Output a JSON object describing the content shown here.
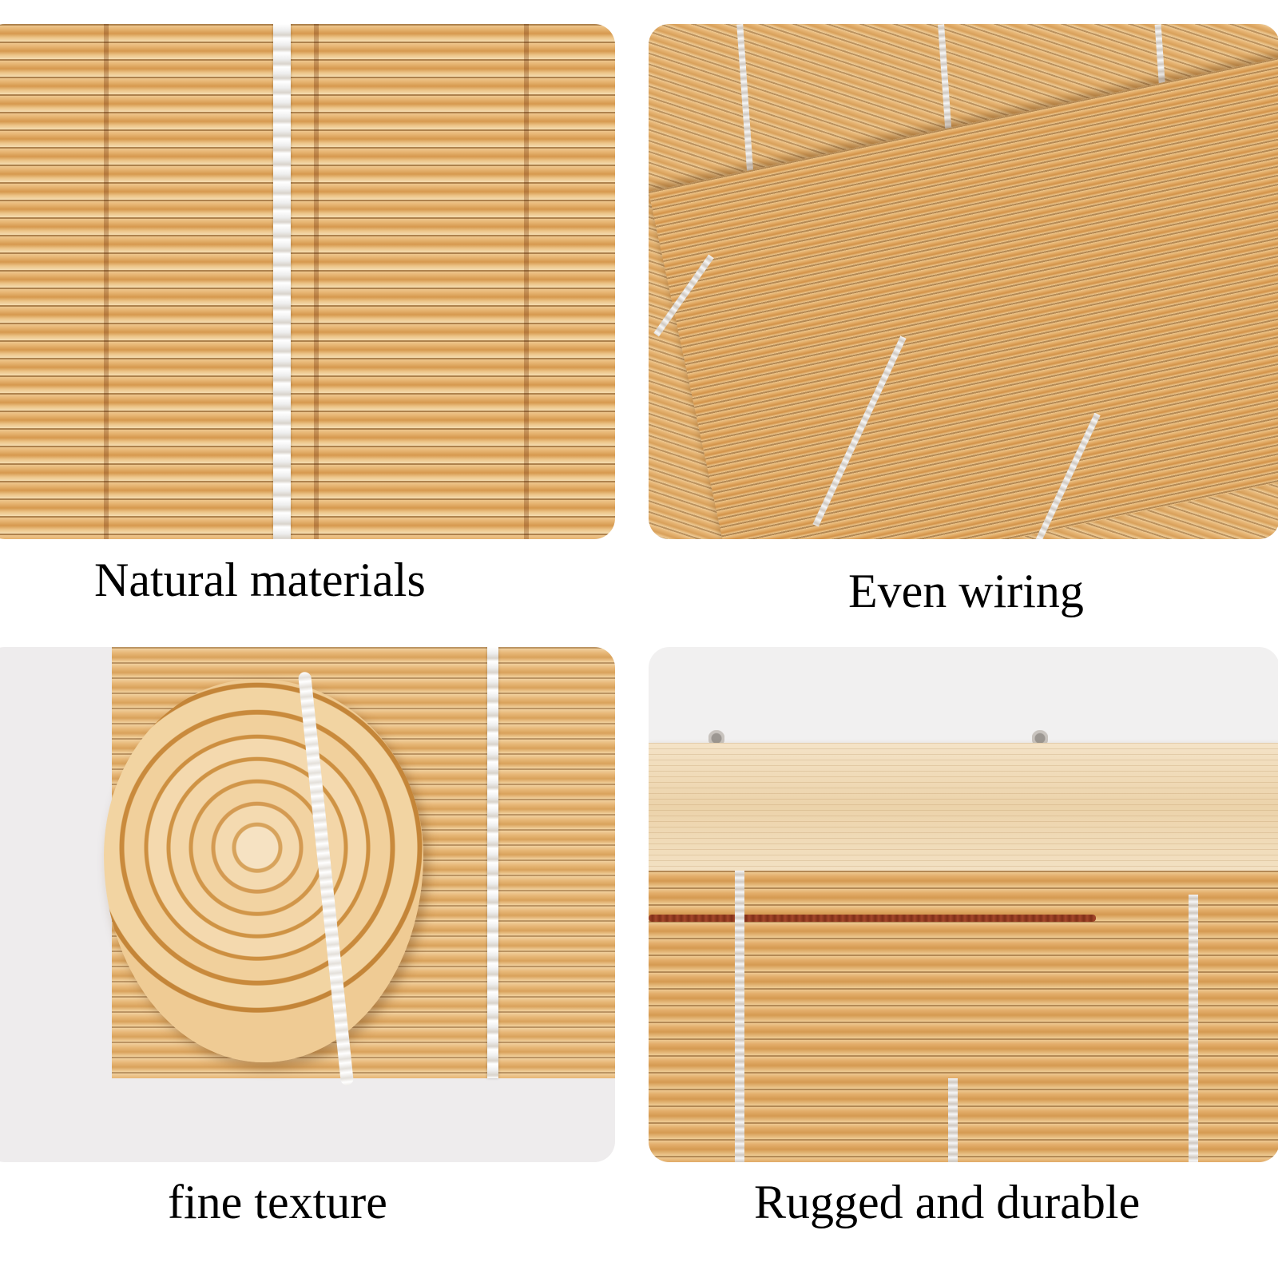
{
  "panels": [
    {
      "caption": "Natural materials"
    },
    {
      "caption": "Even wiring"
    },
    {
      "caption": "fine texture"
    },
    {
      "caption": "Rugged and durable"
    }
  ],
  "colors": {
    "reed_light": "#f4d9ab",
    "reed_mid": "#e5b372",
    "reed_dark": "#d29248",
    "cord": "#ffffff",
    "pull_cord": "#a4472a",
    "background": "#ffffff"
  }
}
